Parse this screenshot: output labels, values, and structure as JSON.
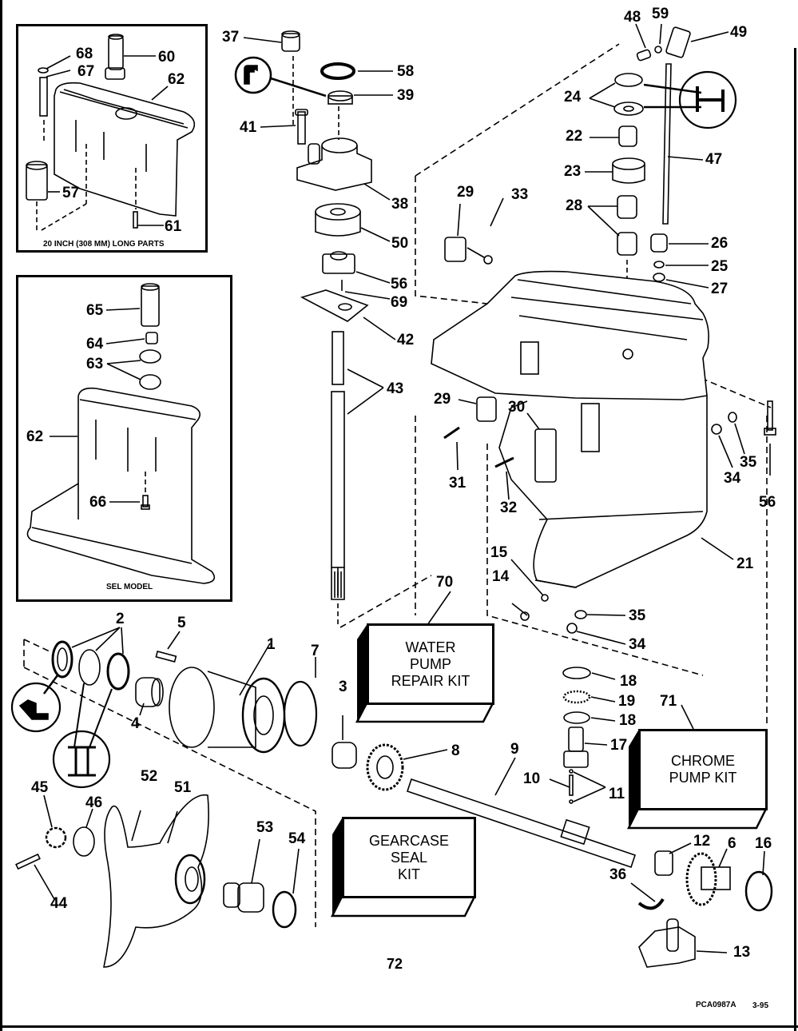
{
  "diagram": {
    "title": "Gearcase exploded parts diagram",
    "page_number": "72",
    "figure_code": "PCA0987A",
    "figure_date": "3-95"
  },
  "insets": {
    "long_parts": {
      "caption": "20 INCH (308 MM) LONG PARTS",
      "callouts": [
        "68",
        "67",
        "60",
        "62",
        "57",
        "61"
      ]
    },
    "sel_model": {
      "caption": "SEL MODEL",
      "callouts": [
        "65",
        "64",
        "63",
        "62",
        "66"
      ]
    }
  },
  "kits": {
    "water_pump": {
      "number": "70",
      "label": "WATER\nPUMP\nREPAIR KIT"
    },
    "chrome_pump": {
      "number": "71",
      "label": "CHROME\nPUMP KIT"
    },
    "gearcase_seal": {
      "label": "GEARCASE\nSEAL\nKIT"
    }
  },
  "callouts": {
    "c37": "37",
    "c58": "58",
    "c39": "39",
    "c41": "41",
    "c38": "38",
    "c50": "50",
    "c56a": "56",
    "c69": "69",
    "c42": "42",
    "c43": "43",
    "c48": "48",
    "c59": "59",
    "c49": "49",
    "c24": "24",
    "c22": "22",
    "c23": "23",
    "c47": "47",
    "c28": "28",
    "c26": "26",
    "c25": "25",
    "c27": "27",
    "c29a": "29",
    "c33": "33",
    "c29b": "29",
    "c30": "30",
    "c31": "31",
    "c32": "32",
    "c34a": "34",
    "c35a": "35",
    "c56b": "56",
    "c21": "21",
    "c15": "15",
    "c14": "14",
    "c35b": "35",
    "c34b": "34",
    "c2": "2",
    "c5": "5",
    "c1": "1",
    "c7": "7",
    "c3": "3",
    "c4": "4",
    "c8": "8",
    "c9": "9",
    "c18a": "18",
    "c19": "19",
    "c18b": "18",
    "c17": "17",
    "c10": "10",
    "c11": "11",
    "c12": "12",
    "c6": "6",
    "c16": "16",
    "c36": "36",
    "c13": "13",
    "c45": "45",
    "c46": "46",
    "c52": "52",
    "c51": "51",
    "c53": "53",
    "c54": "54",
    "c44": "44"
  }
}
